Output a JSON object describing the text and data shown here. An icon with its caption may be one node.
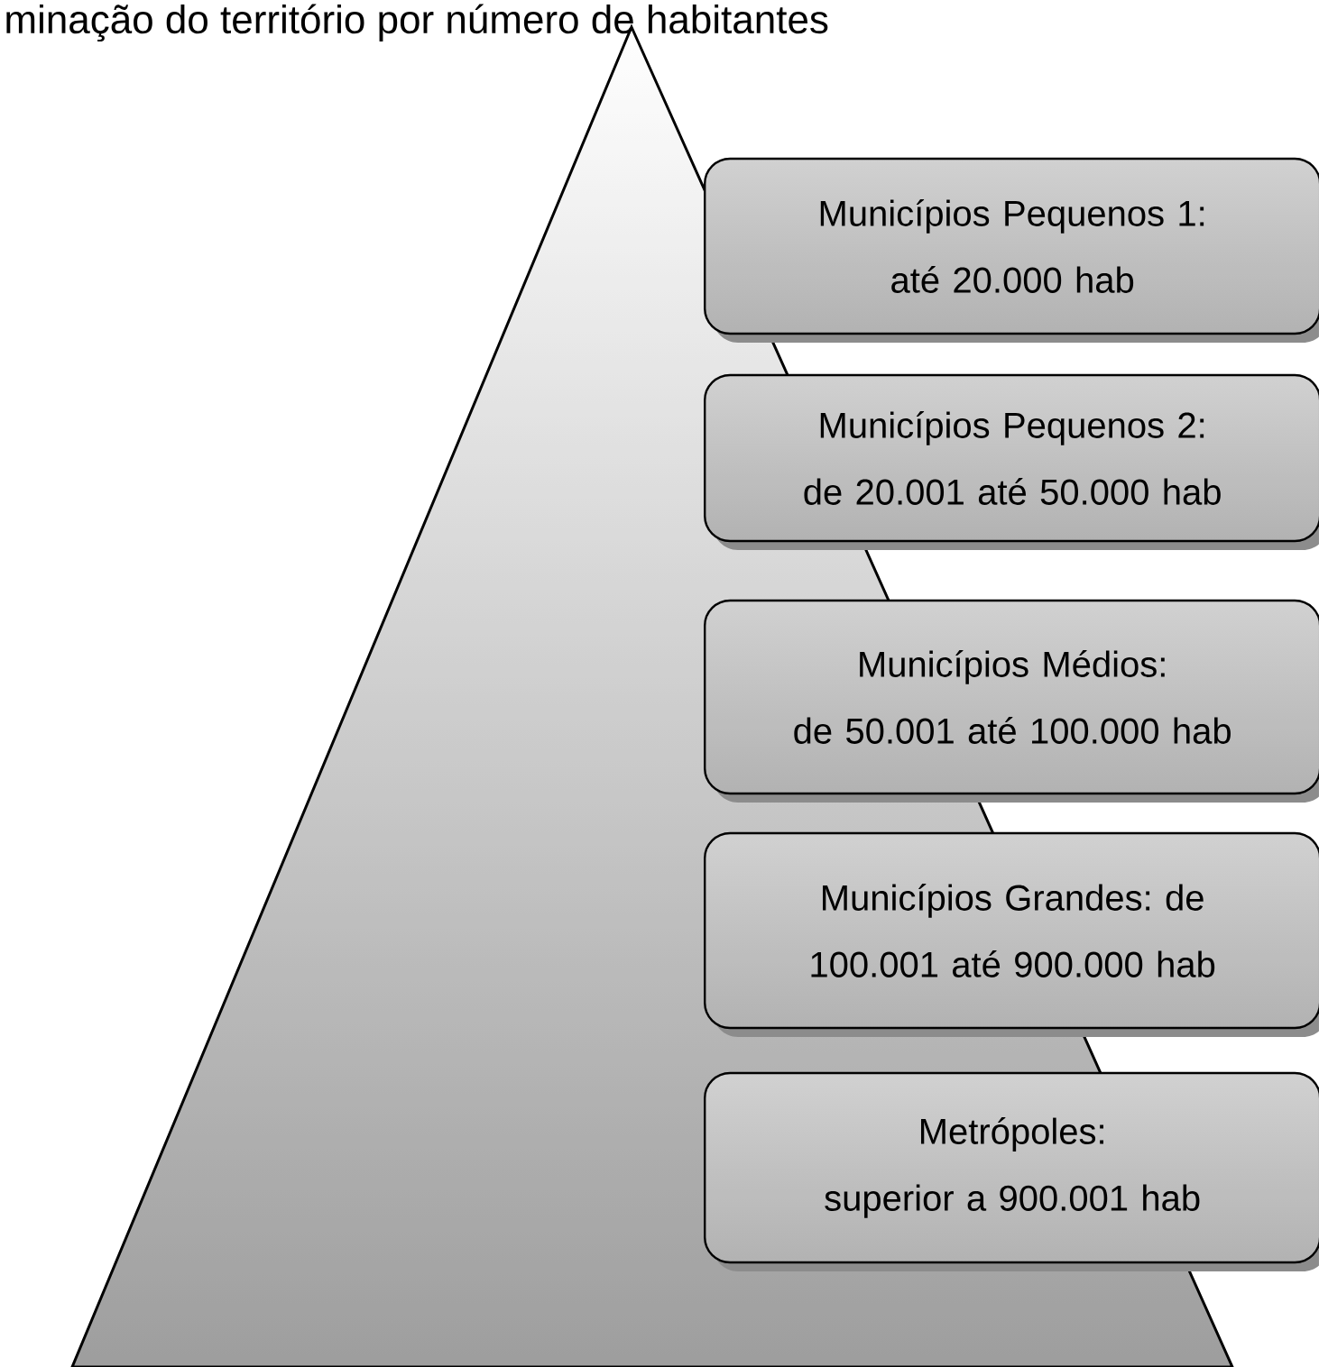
{
  "diagram": {
    "title": "minação do território por número de habitantes",
    "nodes": [
      {
        "text": [
          "Municípios Pequenos 1:",
          "até 20.000 hab"
        ]
      },
      {
        "text": [
          "Municípios Pequenos 2:",
          "de 20.001 até 50.000 hab"
        ]
      },
      {
        "text": [
          "Municípios Médios:",
          "de 50.001 até 100.000 hab"
        ]
      },
      {
        "text": [
          "Municípios Grandes: de 100.001 até 900.000 hab"
        ]
      },
      {
        "text": [
          "Metrópoles:",
          "superior a 900.001 hab"
        ]
      }
    ]
  }
}
